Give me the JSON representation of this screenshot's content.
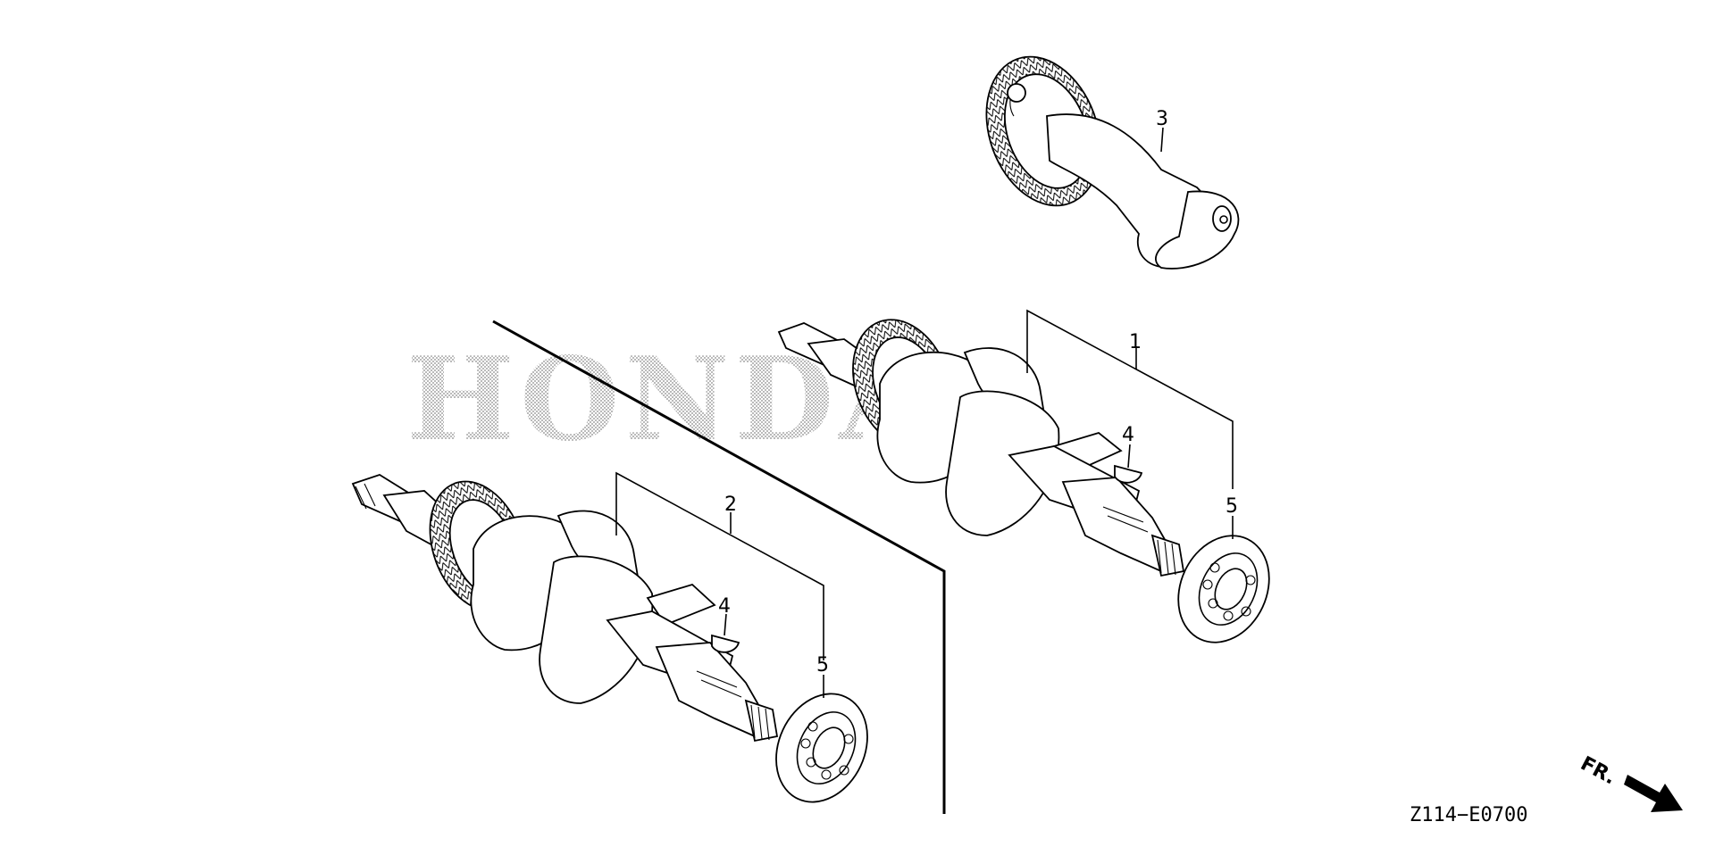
{
  "watermark": "HONDA",
  "callouts": {
    "crankshaft_assy_a": "1",
    "crankshaft_assy_b": "2",
    "balancer": "3",
    "key_a": "4",
    "key_b": "4",
    "bearing_a": "5",
    "bearing_b": "5"
  },
  "direction_label": "FR.",
  "diagram_code": "Z114−E0700",
  "colors": {
    "line": "#000000",
    "background": "#ffffff",
    "watermark": "#9a9a9a"
  }
}
